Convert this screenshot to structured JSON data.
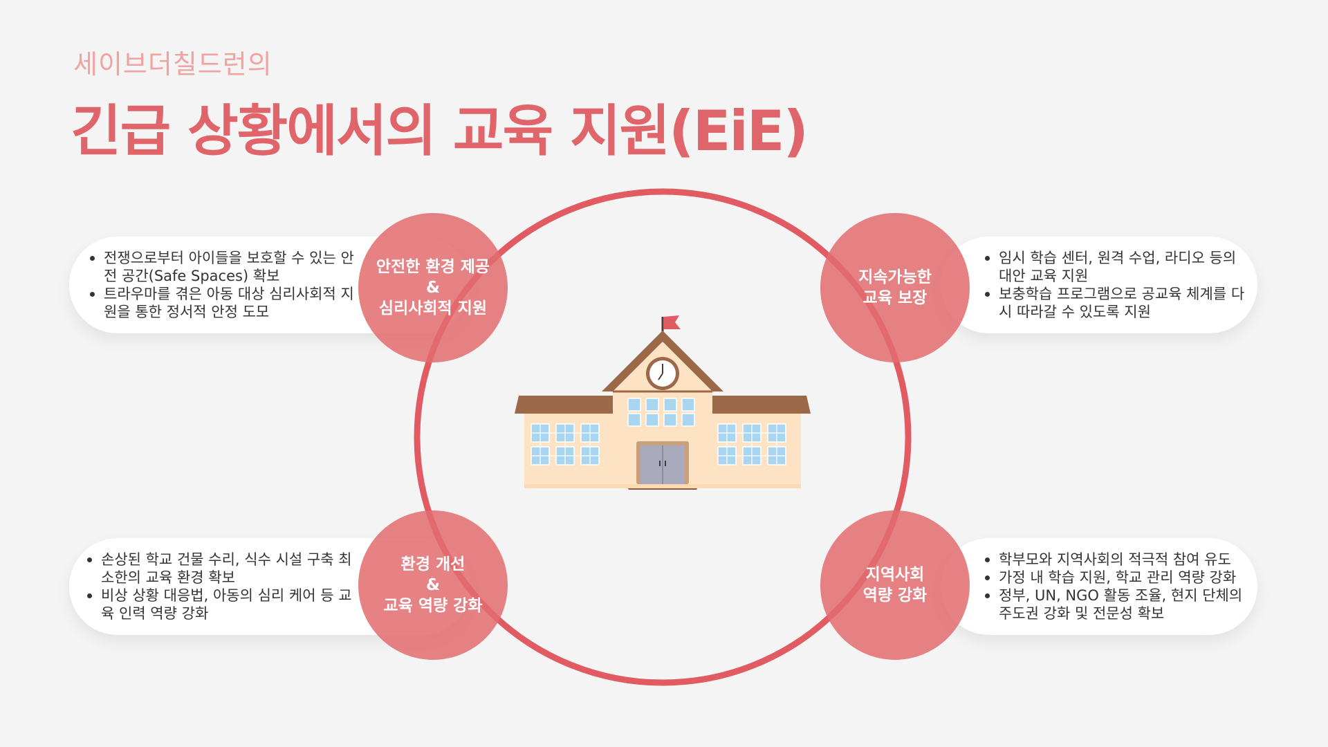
{
  "header": {
    "subtitle": "세이브더칠드런의",
    "title": "긴급 상황에서의 교육 지원(EiE)"
  },
  "sections": {
    "top_left": {
      "bubble": [
        "안전한 환경 제공",
        "&",
        "심리사회적 지원"
      ],
      "bullets": [
        "전쟁으로부터 아이들을 보호할 수 있는 안전 공간(Safe Spaces) 확보",
        "트라우마를 겪은 아동 대상 심리사회적 지원을 통한 정서적 안정 도모"
      ]
    },
    "top_right": {
      "bubble": [
        "지속가능한",
        "교육 보장"
      ],
      "bullets": [
        "임시 학습 센터, 원격 수업, 라디오 등의 대안 교육 지원",
        "보충학습 프로그램으로 공교육 체계를 다시 따라갈 수 있도록 지원"
      ]
    },
    "bottom_left": {
      "bubble": [
        "환경 개선",
        "&",
        "교육 역량 강화"
      ],
      "bullets": [
        "손상된 학교 건물 수리, 식수 시설 구축 최소한의 교육 환경 확보",
        "비상 상황 대응법, 아동의 심리 케어 등 교육 인력 역량 강화"
      ]
    },
    "bottom_right": {
      "bubble": [
        "지역사회",
        "역량 강화"
      ],
      "bullets": [
        "학부모와 지역사회의 적극적 참여 유도",
        "가정 내 학습 지원, 학교 관리 역량 강화",
        "정부, UN, NGO 활동 조율, 현지 단체의 주도권 강화 및 전문성 확보"
      ]
    }
  },
  "colors": {
    "accent": "#e0656a",
    "subtitle": "#f0a4a1",
    "bubble": "#e26c70",
    "ring": "#e05c62",
    "background": "#f5f4f4"
  },
  "icons": {
    "center": "school-building-icon"
  }
}
